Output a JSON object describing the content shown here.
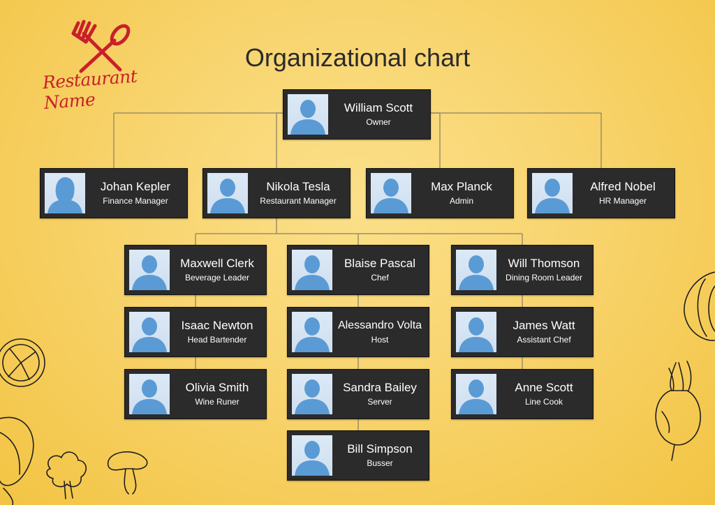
{
  "page": {
    "title": "Organizational chart",
    "logo_text": "Restaurant Name"
  },
  "colors": {
    "card_bg": "#2b2b2b",
    "connector": "#9a8f6a",
    "avatar": "#5b9bd5",
    "logo": "#c8202a"
  },
  "people": [
    {
      "id": "william",
      "name": "William Scott",
      "role": "Owner",
      "avatar": "male"
    },
    {
      "id": "johan",
      "name": "Johan Kepler",
      "role": "Finance Manager",
      "avatar": "female"
    },
    {
      "id": "nikola",
      "name": "Nikola Tesla",
      "role": "Restaurant Manager",
      "avatar": "male"
    },
    {
      "id": "max",
      "name": "Max Planck",
      "role": "Admin",
      "avatar": "male"
    },
    {
      "id": "alfred",
      "name": "Alfred Nobel",
      "role": "HR Manager",
      "avatar": "male"
    },
    {
      "id": "maxwell",
      "name": "Maxwell Clerk",
      "role": "Beverage Leader",
      "avatar": "male"
    },
    {
      "id": "blaise",
      "name": "Blaise Pascal",
      "role": "Chef",
      "avatar": "male"
    },
    {
      "id": "will",
      "name": "Will Thomson",
      "role": "Dining Room Leader",
      "avatar": "male"
    },
    {
      "id": "isaac",
      "name": "Isaac Newton",
      "role": "Head Bartender",
      "avatar": "male"
    },
    {
      "id": "alessandro",
      "name": "Alessandro Volta",
      "role": "Host",
      "avatar": "male"
    },
    {
      "id": "james",
      "name": "James Watt",
      "role": "Assistant Chef",
      "avatar": "male"
    },
    {
      "id": "olivia",
      "name": "Olivia Smith",
      "role": "Wine Runer",
      "avatar": "male"
    },
    {
      "id": "sandra",
      "name": "Sandra Bailey",
      "role": "Server",
      "avatar": "male"
    },
    {
      "id": "anne",
      "name": "Anne Scott",
      "role": "Line Cook",
      "avatar": "male"
    },
    {
      "id": "bill",
      "name": "Bill Simpson",
      "role": "Busser",
      "avatar": "male"
    }
  ],
  "edges": [
    [
      "william",
      "johan"
    ],
    [
      "william",
      "nikola"
    ],
    [
      "william",
      "max"
    ],
    [
      "william",
      "alfred"
    ],
    [
      "nikola",
      "maxwell"
    ],
    [
      "nikola",
      "blaise"
    ],
    [
      "nikola",
      "will"
    ],
    [
      "maxwell",
      "isaac"
    ],
    [
      "isaac",
      "olivia"
    ],
    [
      "blaise",
      "alessandro"
    ],
    [
      "alessandro",
      "sandra"
    ],
    [
      "sandra",
      "bill"
    ],
    [
      "will",
      "james"
    ],
    [
      "james",
      "anne"
    ]
  ]
}
